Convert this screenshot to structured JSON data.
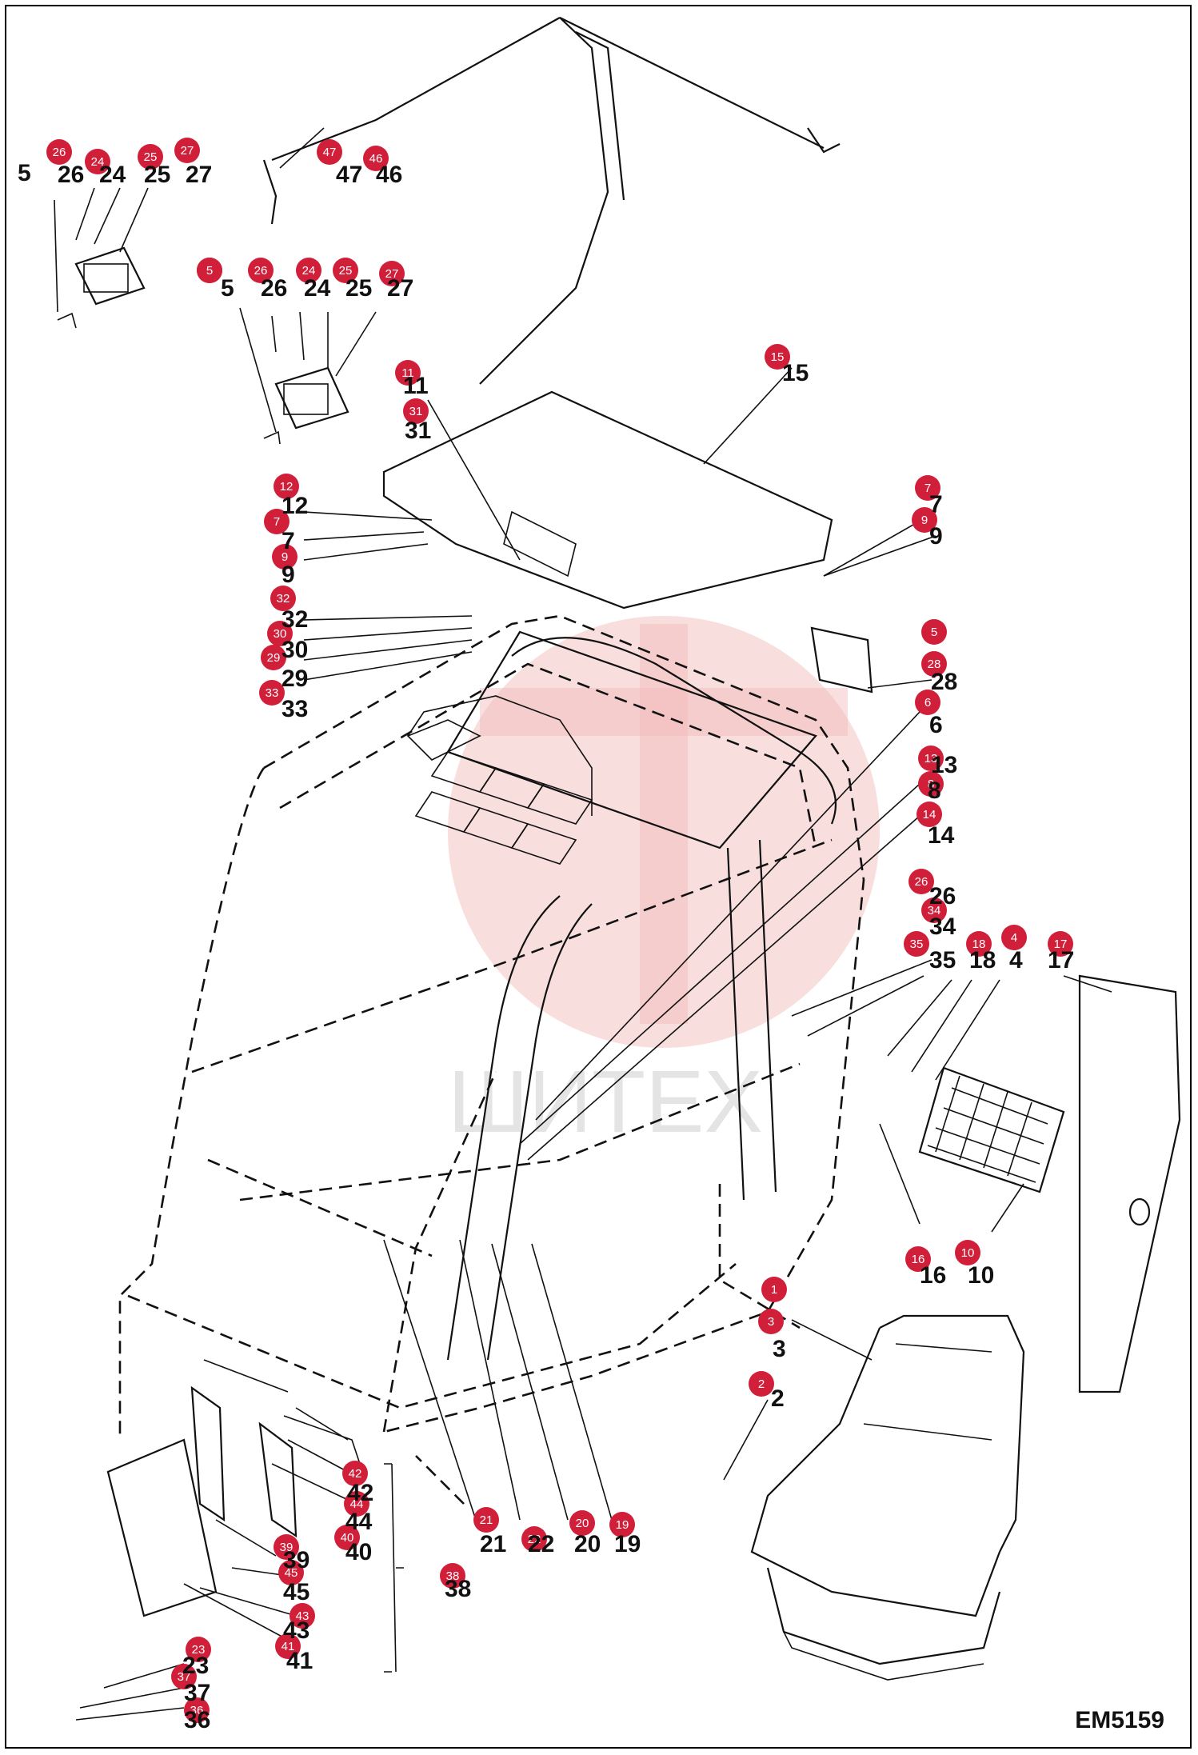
{
  "diagram_code": "EM5159",
  "watermark_text": "ШИТЕХ",
  "callouts": [
    {
      "n": "26"
    },
    {
      "n": "24"
    },
    {
      "n": "25"
    },
    {
      "n": "27"
    },
    {
      "n": "5"
    },
    {
      "n": "47"
    },
    {
      "n": "46"
    },
    {
      "n": "5"
    },
    {
      "n": "26"
    },
    {
      "n": "24"
    },
    {
      "n": "25"
    },
    {
      "n": "27"
    },
    {
      "n": "15"
    },
    {
      "n": "11"
    },
    {
      "n": "31"
    },
    {
      "n": "12"
    },
    {
      "n": "7"
    },
    {
      "n": "9"
    },
    {
      "n": "7"
    },
    {
      "n": "9"
    },
    {
      "n": "32"
    },
    {
      "n": "30"
    },
    {
      "n": "29"
    },
    {
      "n": "33"
    },
    {
      "n": "5"
    },
    {
      "n": "28"
    },
    {
      "n": "6"
    },
    {
      "n": "13"
    },
    {
      "n": "8"
    },
    {
      "n": "14"
    },
    {
      "n": "26"
    },
    {
      "n": "34"
    },
    {
      "n": "35"
    },
    {
      "n": "18"
    },
    {
      "n": "4"
    },
    {
      "n": "17"
    },
    {
      "n": "16"
    },
    {
      "n": "10"
    },
    {
      "n": "1"
    },
    {
      "n": "3"
    },
    {
      "n": "2"
    },
    {
      "n": "42"
    },
    {
      "n": "44"
    },
    {
      "n": "40"
    },
    {
      "n": "39"
    },
    {
      "n": "45"
    },
    {
      "n": "43"
    },
    {
      "n": "41"
    },
    {
      "n": "21"
    },
    {
      "n": "22"
    },
    {
      "n": "20"
    },
    {
      "n": "19"
    },
    {
      "n": "38"
    },
    {
      "n": "23"
    },
    {
      "n": "37"
    },
    {
      "n": "36"
    }
  ],
  "labels": [
    {
      "t": "5"
    },
    {
      "t": "26"
    },
    {
      "t": "24"
    },
    {
      "t": "25"
    },
    {
      "t": "27"
    },
    {
      "t": "47"
    },
    {
      "t": "46"
    },
    {
      "t": "5"
    },
    {
      "t": "26"
    },
    {
      "t": "24"
    },
    {
      "t": "25"
    },
    {
      "t": "27"
    },
    {
      "t": "15"
    },
    {
      "t": "11"
    },
    {
      "t": "31"
    },
    {
      "t": "12"
    },
    {
      "t": "7"
    },
    {
      "t": "9"
    },
    {
      "t": "7"
    },
    {
      "t": "9"
    },
    {
      "t": "32"
    },
    {
      "t": "30"
    },
    {
      "t": "29"
    },
    {
      "t": "33"
    },
    {
      "t": "28"
    },
    {
      "t": "6"
    },
    {
      "t": "13"
    },
    {
      "t": "8"
    },
    {
      "t": "14"
    },
    {
      "t": "26"
    },
    {
      "t": "34"
    },
    {
      "t": "35"
    },
    {
      "t": "18"
    },
    {
      "t": "4"
    },
    {
      "t": "17"
    },
    {
      "t": "16"
    },
    {
      "t": "10"
    },
    {
      "t": "3"
    },
    {
      "t": "2"
    },
    {
      "t": "42"
    },
    {
      "t": "44"
    },
    {
      "t": "40"
    },
    {
      "t": "39"
    },
    {
      "t": "45"
    },
    {
      "t": "43"
    },
    {
      "t": "41"
    },
    {
      "t": "21"
    },
    {
      "t": "22"
    },
    {
      "t": "20"
    },
    {
      "t": "19"
    },
    {
      "t": "38"
    },
    {
      "t": "23"
    },
    {
      "t": "37"
    },
    {
      "t": "36"
    }
  ],
  "colors": {
    "callout_fill": "#d11f3a",
    "ink": "#111111",
    "watermark": "#f2b7b7"
  }
}
